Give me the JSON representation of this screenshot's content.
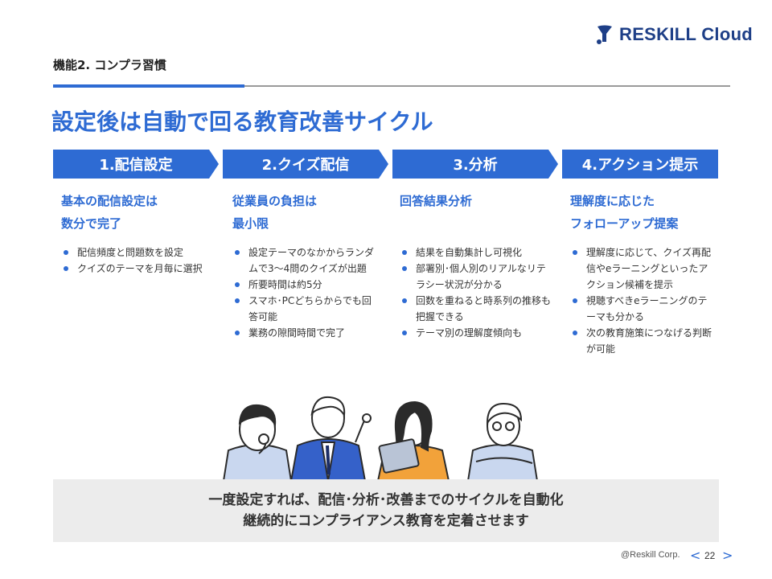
{
  "brand": {
    "logo_text": "RESKILL Cloud"
  },
  "section_label": "機能2. コンプラ習慣",
  "headline": "設定後は自動で回る教育改善サイクル",
  "steps": [
    {
      "label": "1.配信設定",
      "heading": "基本の配信設定は\n数分で完了",
      "bullets": [
        "配信頻度と問題数を設定",
        "クイズのテーマを月毎に選択"
      ]
    },
    {
      "label": "2.クイズ配信",
      "heading": "従業員の負担は\n最小限",
      "bullets": [
        "設定テーマのなかからランダムで3～4問のクイズが出題",
        "所要時間は約5分",
        "スマホ･PCどちらからでも回答可能",
        "業務の隙間時間で完了"
      ]
    },
    {
      "label": "3.分析",
      "heading": "回答結果分析",
      "bullets": [
        "結果を自動集計し可視化",
        "部署別･個人別のリアルなリテラシー状況が分かる",
        "回数を重ねると時系列の推移も把握できる",
        "テーマ別の理解度傾向も"
      ]
    },
    {
      "label": "4.アクション提示",
      "heading": "理解度に応じた\nフォローアップ提案",
      "bullets": [
        "理解度に応じて、クイズ再配信やeラーニングといったアクション候補を提示",
        "視聴すべきeラーニングのテーマも分かる",
        "次の教育施策につなげる判断が可能"
      ]
    }
  ],
  "banner": {
    "line1": "一度設定すれば、配信･分析･改善までのサイクルを自動化",
    "line2": "継続的にコンプライアンス教育を定着させます"
  },
  "footer": {
    "copyright": "@Reskill Corp.",
    "page": "22",
    "prev_glyph": "<",
    "next_glyph": ">"
  },
  "colors": {
    "accent": "#2e6bd3",
    "logo": "#1e3f87",
    "banner_bg": "#ececec"
  },
  "icons": [
    "reskill-logo-icon",
    "people-illustration"
  ]
}
